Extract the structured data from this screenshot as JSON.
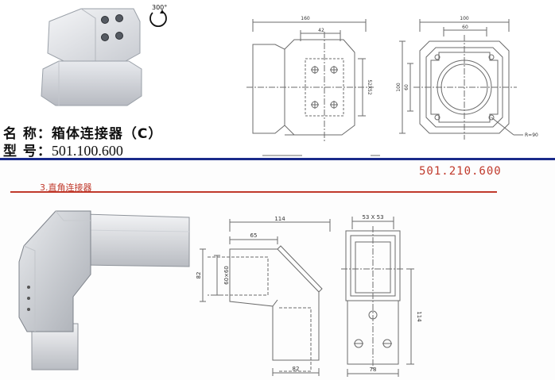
{
  "top": {
    "rotation_label": "300°",
    "name_label": "名 称：",
    "name_value": "箱体连接器（C）",
    "model_label": "型 号：",
    "model_value": "501.100.600",
    "drawing_left": {
      "width_dim": "160",
      "inner_dim": "42",
      "height_dim": "52X52"
    },
    "drawing_right": {
      "width_dim": "100",
      "inner_dim": "60",
      "height_dim": "100",
      "inner_height_dim": "60",
      "radius_dim": "R=90"
    }
  },
  "bottom": {
    "part_number": "501.210.600",
    "section_title": "3.直角连接器",
    "drawing_left": {
      "top_dim": "114",
      "inner_dim": "65",
      "side_dim": "82",
      "tube_dim": "60×60",
      "bottom_dim": "82"
    },
    "drawing_right": {
      "top_dim": "53 X 53",
      "height_dim": "114",
      "bottom_dim": "78"
    }
  },
  "colors": {
    "accent_red": "#c0392b",
    "rule_blue": "#1a2a8a",
    "line_gray": "#6b6b6b"
  }
}
